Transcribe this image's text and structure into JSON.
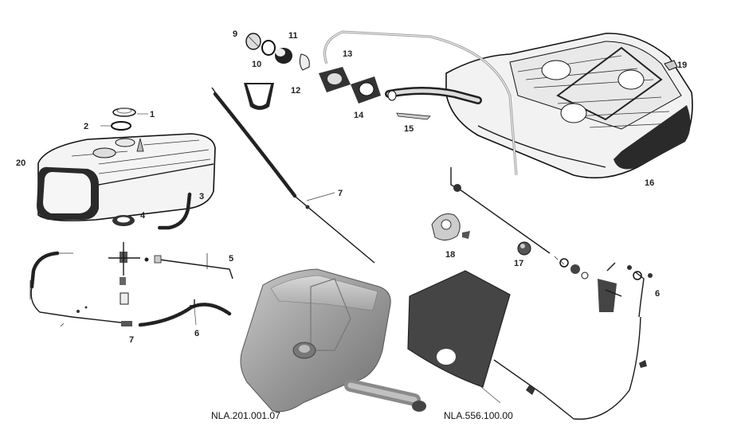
{
  "diagram": {
    "part_labels": [
      "1",
      "2",
      "3",
      "4",
      "5",
      "6",
      "6",
      "7",
      "7",
      "9",
      "10",
      "11",
      "12",
      "13",
      "14",
      "15",
      "16",
      "17",
      "18",
      "19",
      "20"
    ],
    "part_numbers": [
      "NLA.201.001.07",
      "NLA.556.100.00"
    ]
  }
}
